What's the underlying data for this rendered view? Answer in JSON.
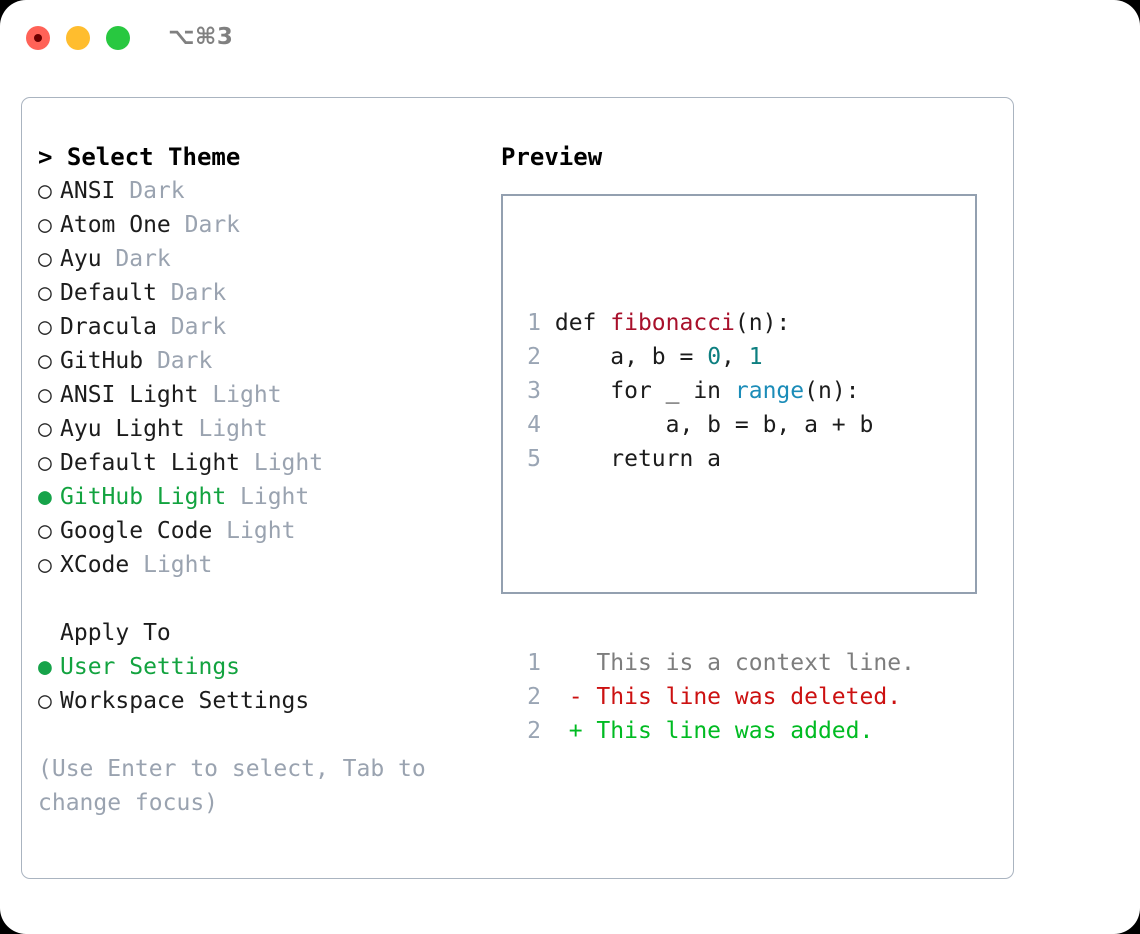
{
  "titlebar": {
    "shortcut": "⌥⌘3",
    "lights": [
      {
        "name": "close",
        "color": "#ff6257"
      },
      {
        "name": "minimize",
        "color": "#ffbd2e"
      },
      {
        "name": "maximize",
        "color": "#28c840"
      }
    ]
  },
  "left": {
    "header": "> Select Theme",
    "themes": [
      {
        "bullet": "○",
        "name": "ANSI",
        "tag": "Dark",
        "selected": false
      },
      {
        "bullet": "○",
        "name": "Atom One",
        "tag": "Dark",
        "selected": false
      },
      {
        "bullet": "○",
        "name": "Ayu",
        "tag": "Dark",
        "selected": false
      },
      {
        "bullet": "○",
        "name": "Default",
        "tag": "Dark",
        "selected": false
      },
      {
        "bullet": "○",
        "name": "Dracula",
        "tag": "Dark",
        "selected": false
      },
      {
        "bullet": "○",
        "name": "GitHub",
        "tag": "Dark",
        "selected": false
      },
      {
        "bullet": "○",
        "name": "ANSI Light",
        "tag": "Light",
        "selected": false
      },
      {
        "bullet": "○",
        "name": "Ayu Light",
        "tag": "Light",
        "selected": false
      },
      {
        "bullet": "○",
        "name": "Default Light",
        "tag": "Light",
        "selected": false
      },
      {
        "bullet": "●",
        "name": "GitHub Light",
        "tag": "Light",
        "selected": true
      },
      {
        "bullet": "○",
        "name": "Google Code",
        "tag": "Light",
        "selected": false
      },
      {
        "bullet": "○",
        "name": "XCode",
        "tag": "Light",
        "selected": false
      }
    ],
    "apply_to_header": "Apply To",
    "apply_to": [
      {
        "bullet": "●",
        "name": "User Settings",
        "selected": true
      },
      {
        "bullet": "○",
        "name": "Workspace Settings",
        "selected": false
      }
    ],
    "hint": "(Use Enter to select, Tab to change focus)"
  },
  "right": {
    "header": "Preview",
    "code_lines": [
      {
        "n": "1",
        "tokens": [
          {
            "t": "def ",
            "k": "plain"
          },
          {
            "t": "fibonacci",
            "k": "func"
          },
          {
            "t": "(n):",
            "k": "plain"
          }
        ]
      },
      {
        "n": "2",
        "tokens": [
          {
            "t": "    a, b = ",
            "k": "plain"
          },
          {
            "t": "0",
            "k": "num"
          },
          {
            "t": ", ",
            "k": "plain"
          },
          {
            "t": "1",
            "k": "num"
          }
        ]
      },
      {
        "n": "3",
        "tokens": [
          {
            "t": "    for _ in ",
            "k": "plain"
          },
          {
            "t": "range",
            "k": "call"
          },
          {
            "t": "(n):",
            "k": "plain"
          }
        ]
      },
      {
        "n": "4",
        "tokens": [
          {
            "t": "        a, b = b, a + b",
            "k": "plain"
          }
        ]
      },
      {
        "n": "5",
        "tokens": [
          {
            "t": "    return a",
            "k": "plain"
          }
        ]
      }
    ],
    "diff_lines": [
      {
        "n": "1",
        "marker": " ",
        "text": " This is a context line.",
        "kind": "ctx"
      },
      {
        "n": "2",
        "marker": "-",
        "text": " This line was deleted.",
        "kind": "del"
      },
      {
        "n": "2",
        "marker": "+",
        "text": " This line was added.",
        "kind": "add"
      }
    ]
  },
  "colors": {
    "accent_green": "#12a33f",
    "muted": "#9aa3b0",
    "func_red": "#a8102b",
    "num_teal": "#0d7f80",
    "call_blue": "#1b8cb8",
    "diff_del": "#cc1111",
    "diff_add": "#00bb22",
    "border": "#aab4c0"
  }
}
